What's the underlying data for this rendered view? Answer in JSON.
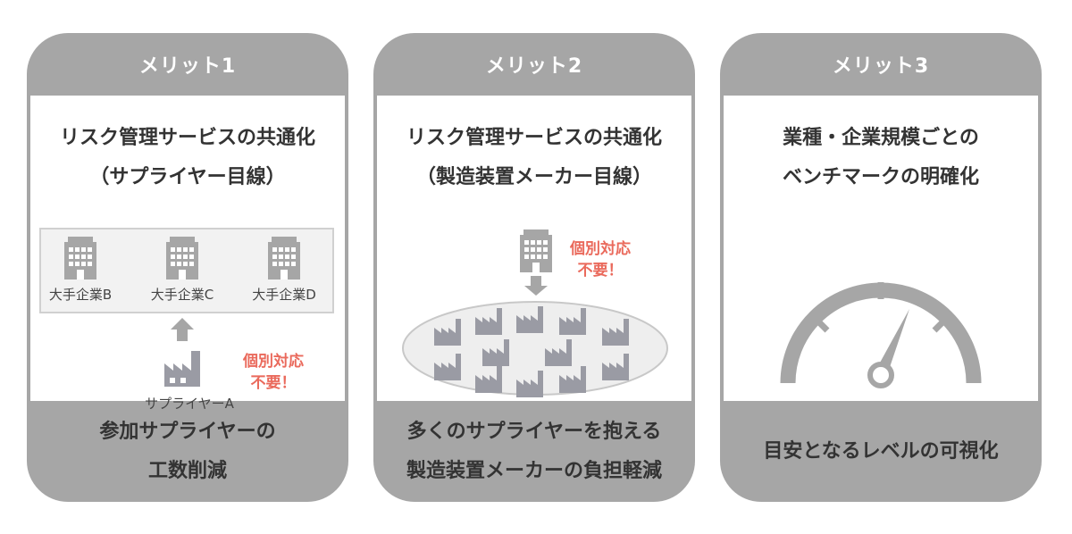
{
  "cards": [
    {
      "header": "メリット1",
      "title_lines": [
        "リスク管理サービスの共通化",
        "（サプライヤー目線）"
      ],
      "companies": [
        "大手企業B",
        "大手企業C",
        "大手企業D"
      ],
      "supplier_label": "サプライヤーA",
      "note_lines": [
        "個別対応",
        "不要！"
      ],
      "footer_lines": [
        "参加サプライヤーの",
        "工数削減"
      ]
    },
    {
      "header": "メリット2",
      "title_lines": [
        "リスク管理サービスの共通化",
        "（製造装置メーカー目線）"
      ],
      "note_lines": [
        "個別対応",
        "不要！"
      ],
      "footer_lines": [
        "多くのサプライヤーを抱える",
        "製造装置メーカーの負担軽減"
      ]
    },
    {
      "header": "メリット3",
      "title_lines": [
        "業種・企業規模ごとの",
        "ベンチマークの明確化"
      ],
      "footer_lines": [
        "目安となるレベルの可視化"
      ]
    }
  ],
  "colors": {
    "card_gray": "#a6a6a6",
    "icon_gray": "#a6a6a6",
    "factory_gray": "#9a9ba4",
    "accent_red": "#ea6a5c"
  },
  "icons": [
    "building-icon",
    "factory-icon",
    "arrow-up-icon",
    "arrow-down-icon",
    "speedometer-icon"
  ]
}
